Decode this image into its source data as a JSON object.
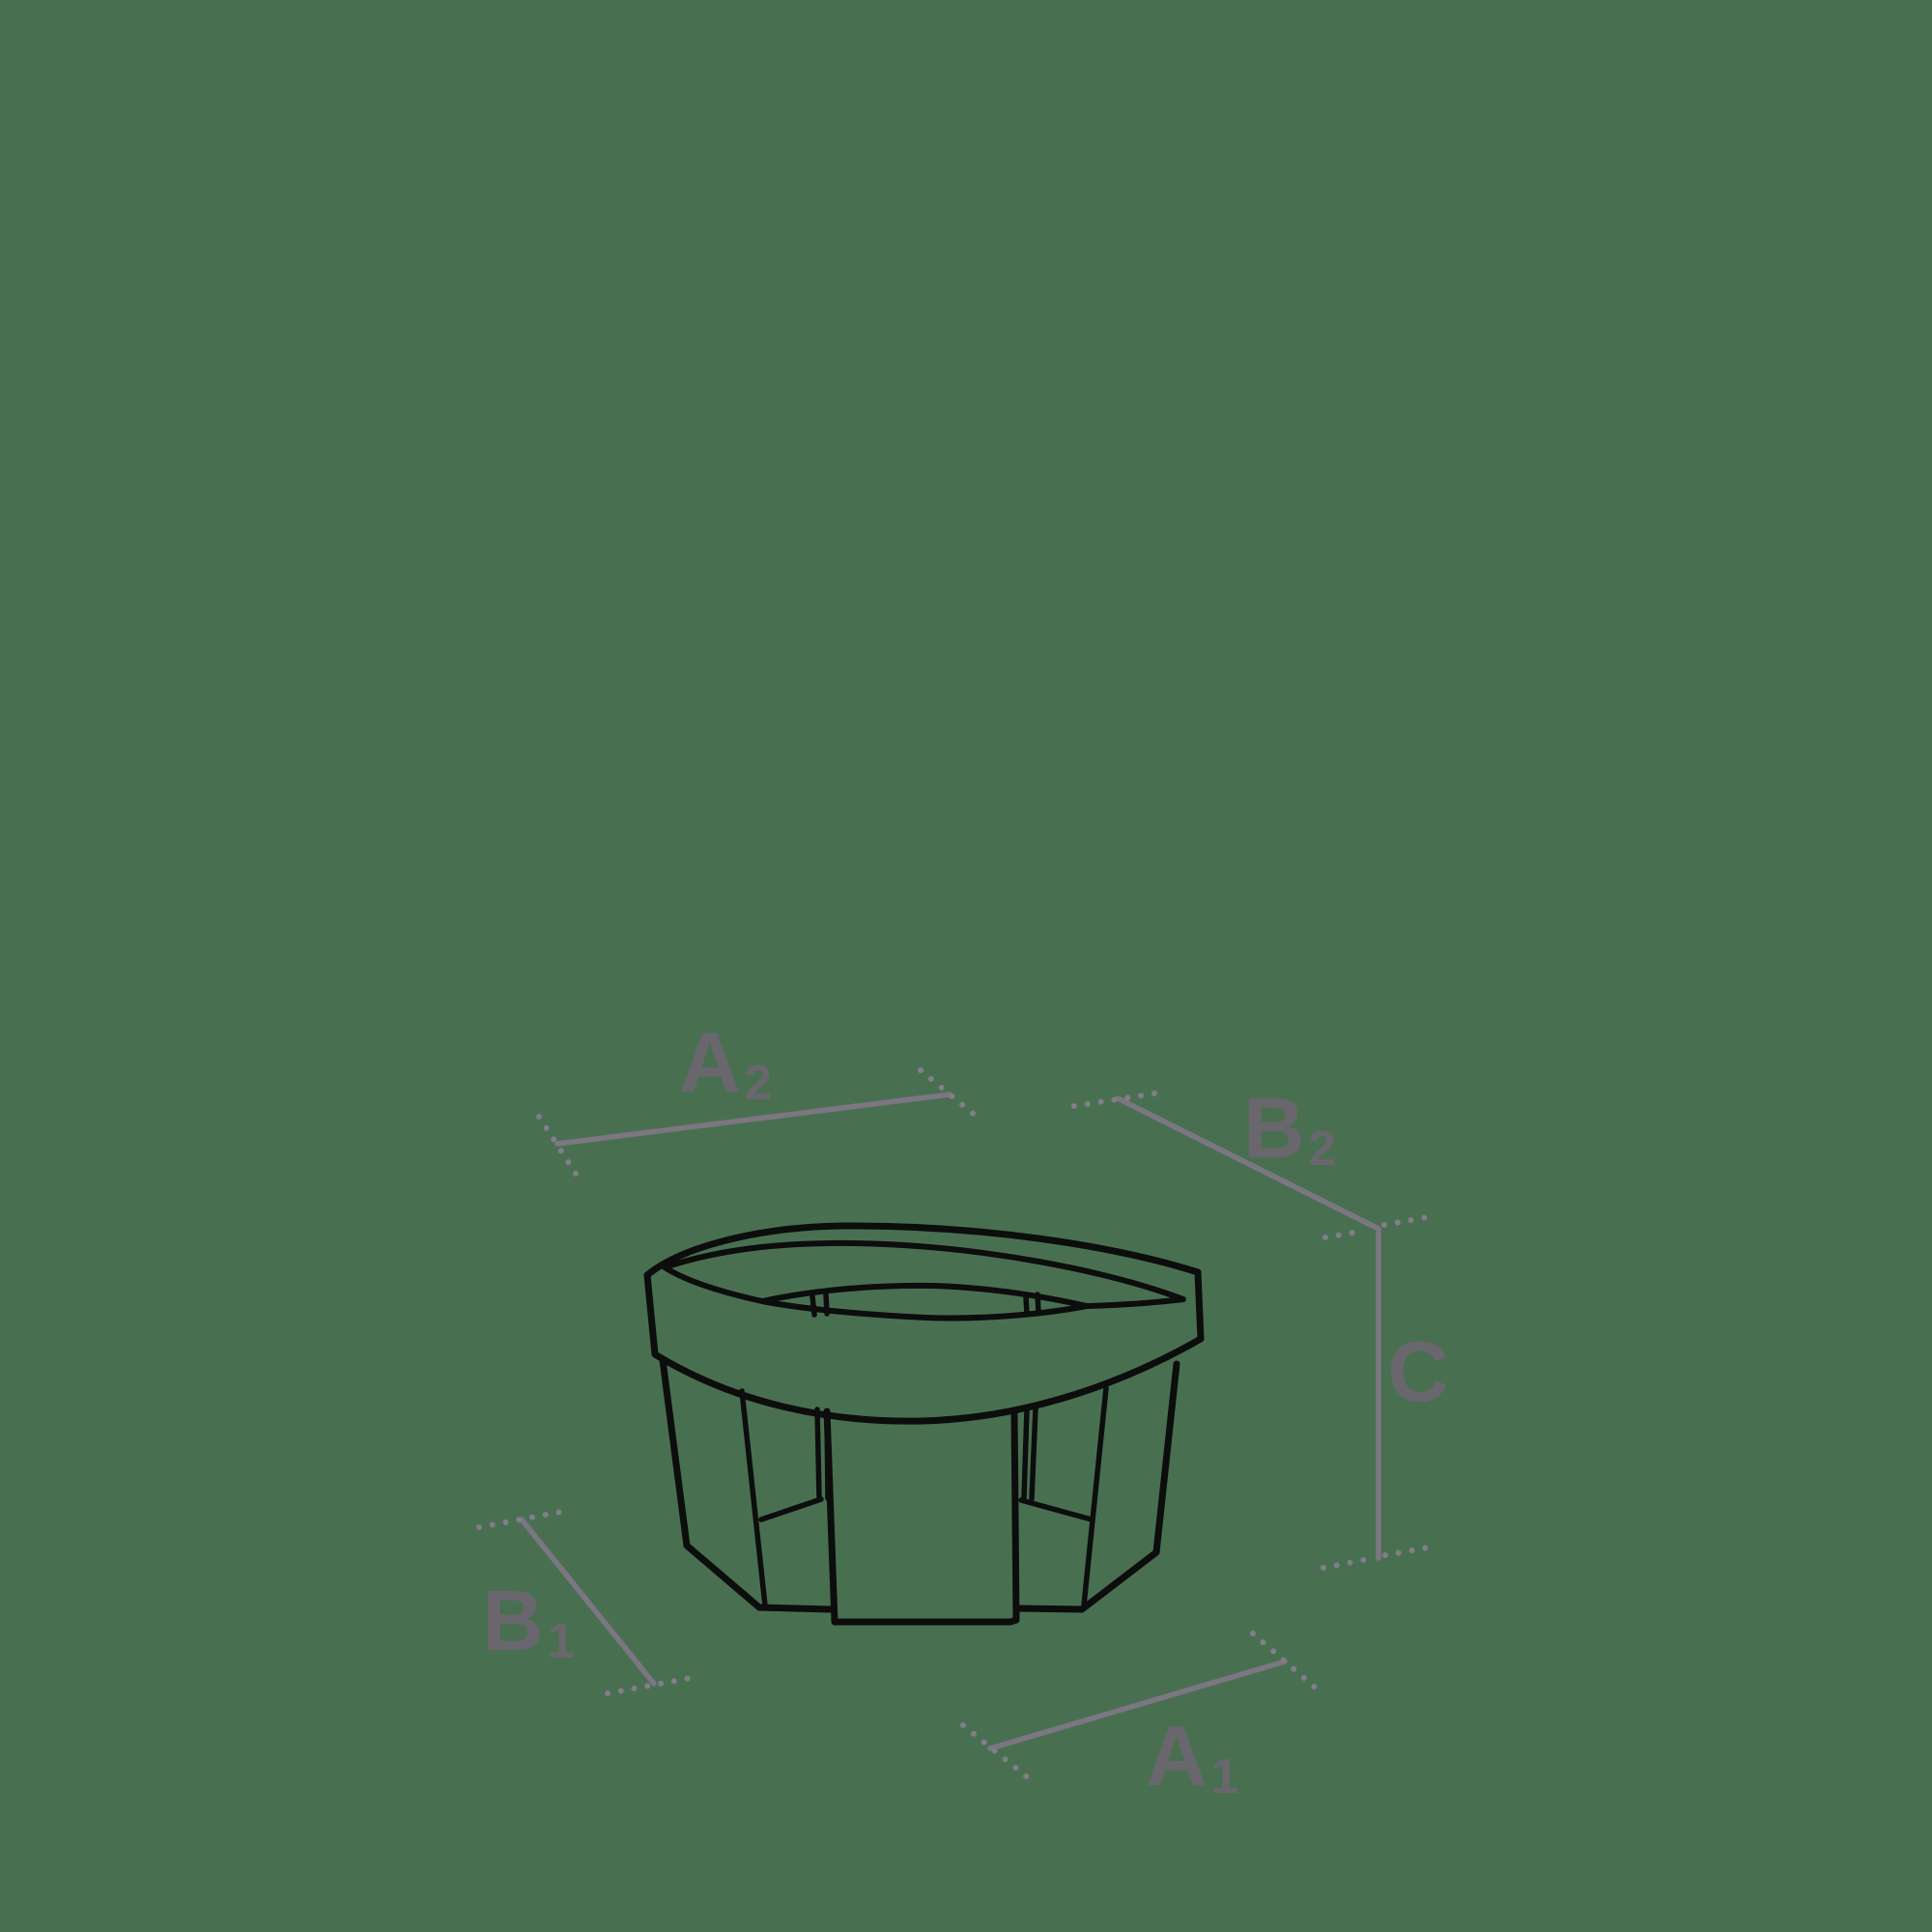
{
  "colors": {
    "background": "#487050",
    "ink": "#0d0d0d",
    "dimension": "#7c7682",
    "dots": "#837d8a",
    "label": "#6a666e"
  },
  "figure": {
    "name": "faceted-round-planter-line-drawing"
  },
  "labels": {
    "a2": {
      "base": "A",
      "sub": "2"
    },
    "b2": {
      "base": "B",
      "sub": "2"
    },
    "c": {
      "base": "C",
      "sub": ""
    },
    "b1": {
      "base": "B",
      "sub": "1"
    },
    "a1": {
      "base": "A",
      "sub": "1"
    }
  }
}
